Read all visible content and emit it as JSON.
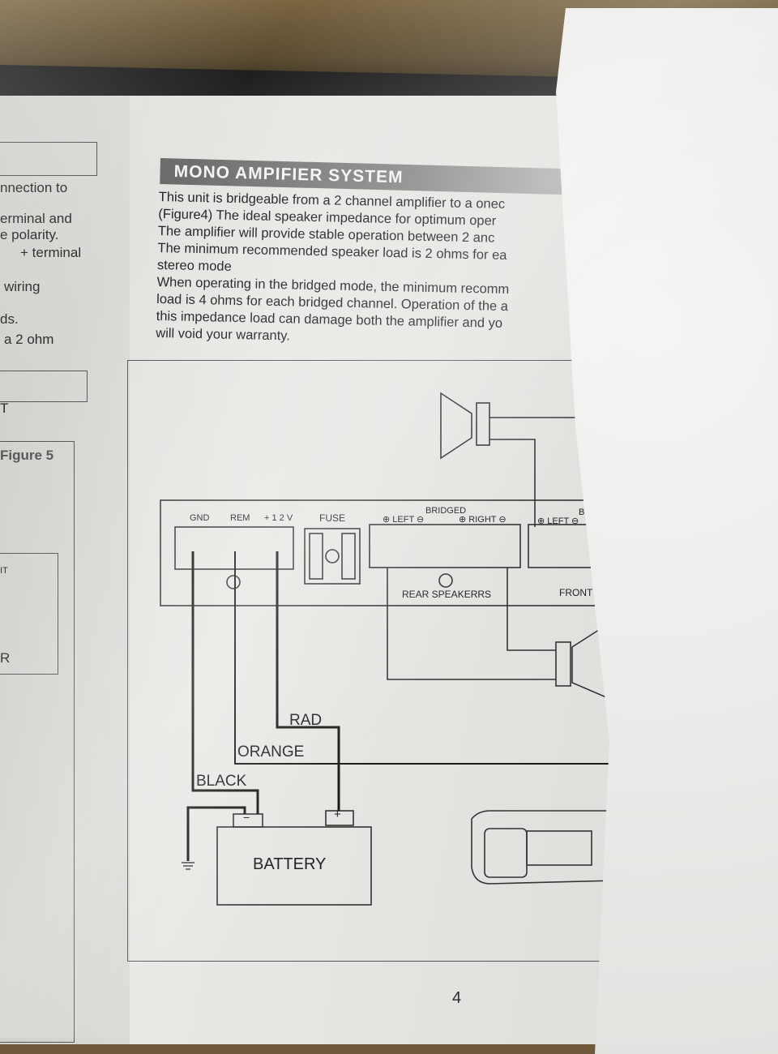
{
  "left_page": {
    "lines": [
      "nnection to",
      "erminal and",
      "e polarity.",
      "+ terminal",
      "wiring",
      "ds.",
      "a 2 ohm",
      "T",
      "Figure 5",
      "IT",
      "R"
    ]
  },
  "section": {
    "title": "MONO AMPIFIER SYSTEM",
    "paragraph_lines": [
      "This unit is bridgeable from a 2 channel amplifier to a onec",
      "(Figure4) The ideal speaker impedance for optimum oper",
      "The amplifier will provide stable operation between  2 anc",
      "The minimum recommended speaker load is 2 ohms for ea",
      "stereo mode",
      "When operating in the bridged mode, the minimum recomm",
      "load is 4 ohms for each bridged channel. Operation of the a",
      "this impedance load can damage both the amplifier and yo",
      "will void your warranty."
    ]
  },
  "diagram": {
    "terminals": {
      "gnd": "GND",
      "rem": "REM",
      "v12": "+ 1 2 V",
      "fuse": "FUSE"
    },
    "bridged_label": "BRIDGED",
    "left_label": "⊕ LEFT ⊖",
    "right_label": "⊕ RIGHT ⊖",
    "left2_label": "⊕ LEFT ⊖",
    "bridged2_label": "BRID",
    "rear_speakers": "REAR SPEAKERRS",
    "front_speakers": "FRONT S",
    "wire_red": "RAD",
    "wire_orange": "ORANGE",
    "wire_black": "BLACK",
    "battery": "BATTERY",
    "battery_neg": "−",
    "battery_pos": "+"
  },
  "page_number": "4"
}
